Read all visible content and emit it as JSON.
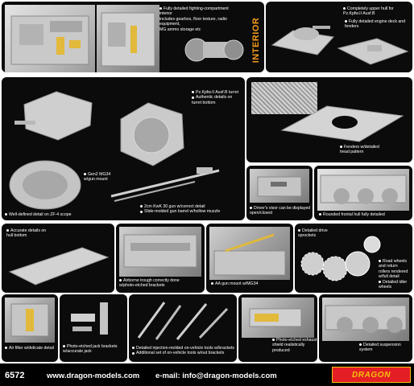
{
  "section_title": "INTERIOR",
  "captions": {
    "c1": [
      "Fully detailed fighting-compartment interior",
      "includes gearbox, floor texture, radio equipment,",
      "MG ammo storage etc"
    ],
    "c2": [
      "Completely upper hull for",
      "Pz.Kpfw.II Ausf.B"
    ],
    "c3": [
      "Fully detailed engine deck and",
      "fenders"
    ],
    "c4": [
      "Pz.Kpfw.II Ausf.B turret"
    ],
    "c5": [
      "Authentic details on",
      "turret bottom"
    ],
    "c6": [
      "Gen2 MG34",
      "w/gun mount"
    ],
    "c7": [
      "2cm KwK 30 gun w/correct detail"
    ],
    "c8": [
      "Slide-molded gun barrel w/hollow muzzle"
    ],
    "c9": [
      "Well-defined detail on ZF-4 scope"
    ],
    "c10": [
      "Fenders w/detailed",
      "tread pattern"
    ],
    "c11": [
      "Driver's visor can be displayed",
      "open/closed"
    ],
    "c12": [
      "Rounded frontal hull fully detailed"
    ],
    "c13": [
      "Accurate details on",
      "hull bottom"
    ],
    "c14": [
      "Airborne trough correctly done",
      "w/photo-etched brackets"
    ],
    "c15": [
      "AA gun mount w/MG34"
    ],
    "c16": [
      "Detailed drive",
      "sprockets"
    ],
    "c17": [
      "Road wheels",
      "and return",
      "rollers rendered",
      "w/full detail"
    ],
    "c18": [
      "Detailed idler",
      "wheels"
    ],
    "c19": [
      "Air filter w/delicate detail"
    ],
    "c20": [
      "Photo-etched jack brackets",
      "w/accurate jack"
    ],
    "c21": [
      "Detailed injection-molded on-vehicle tools w/brackets"
    ],
    "c22": [
      "Additional set of on-vehicle tools w/out brackets"
    ],
    "c23": [
      "Photo-etched exhaust",
      "shield realistically",
      "produced"
    ],
    "c24": [
      "Detailed suspension",
      "system"
    ]
  },
  "footer": {
    "sku": "6572",
    "website": "www.dragon-models.com",
    "email": "e-mail: info@dragon-models.com",
    "brand": "DRAGON"
  },
  "colors": {
    "accent_orange": "#f39a1e",
    "brand_red": "#e31e24",
    "brand_yellow": "#f4c20d",
    "panel_black": "#0b0b0b"
  }
}
